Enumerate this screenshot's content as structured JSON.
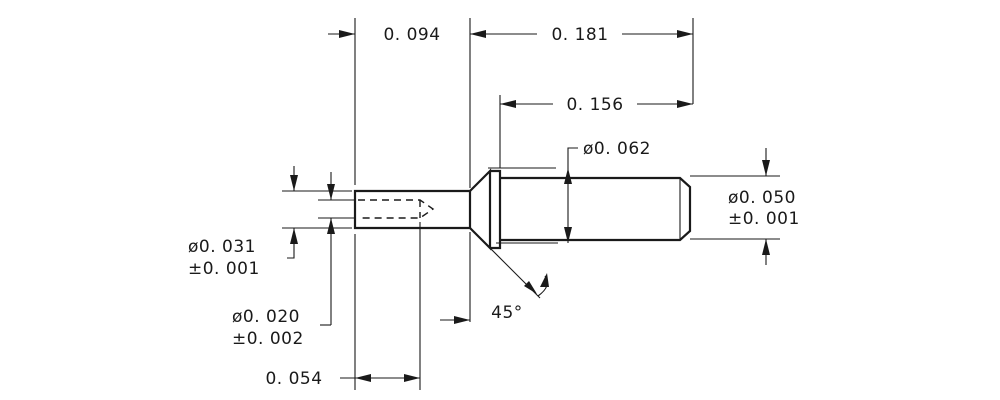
{
  "drawing": {
    "dimensions": {
      "d_0_094": "0. 094",
      "d_0_181": "0. 181",
      "d_0_156": "0. 156",
      "d_0_062": "ø0. 062",
      "d_0_050": "ø0. 050",
      "d_0_050_tol": "±0. 001",
      "d_0_031": "ø0. 031",
      "d_0_031_tol": "±0. 001",
      "d_0_020": "ø0. 020",
      "d_0_020_tol": "±0. 002",
      "d_0_054": "0. 054",
      "chamfer_angle": "45°"
    }
  }
}
